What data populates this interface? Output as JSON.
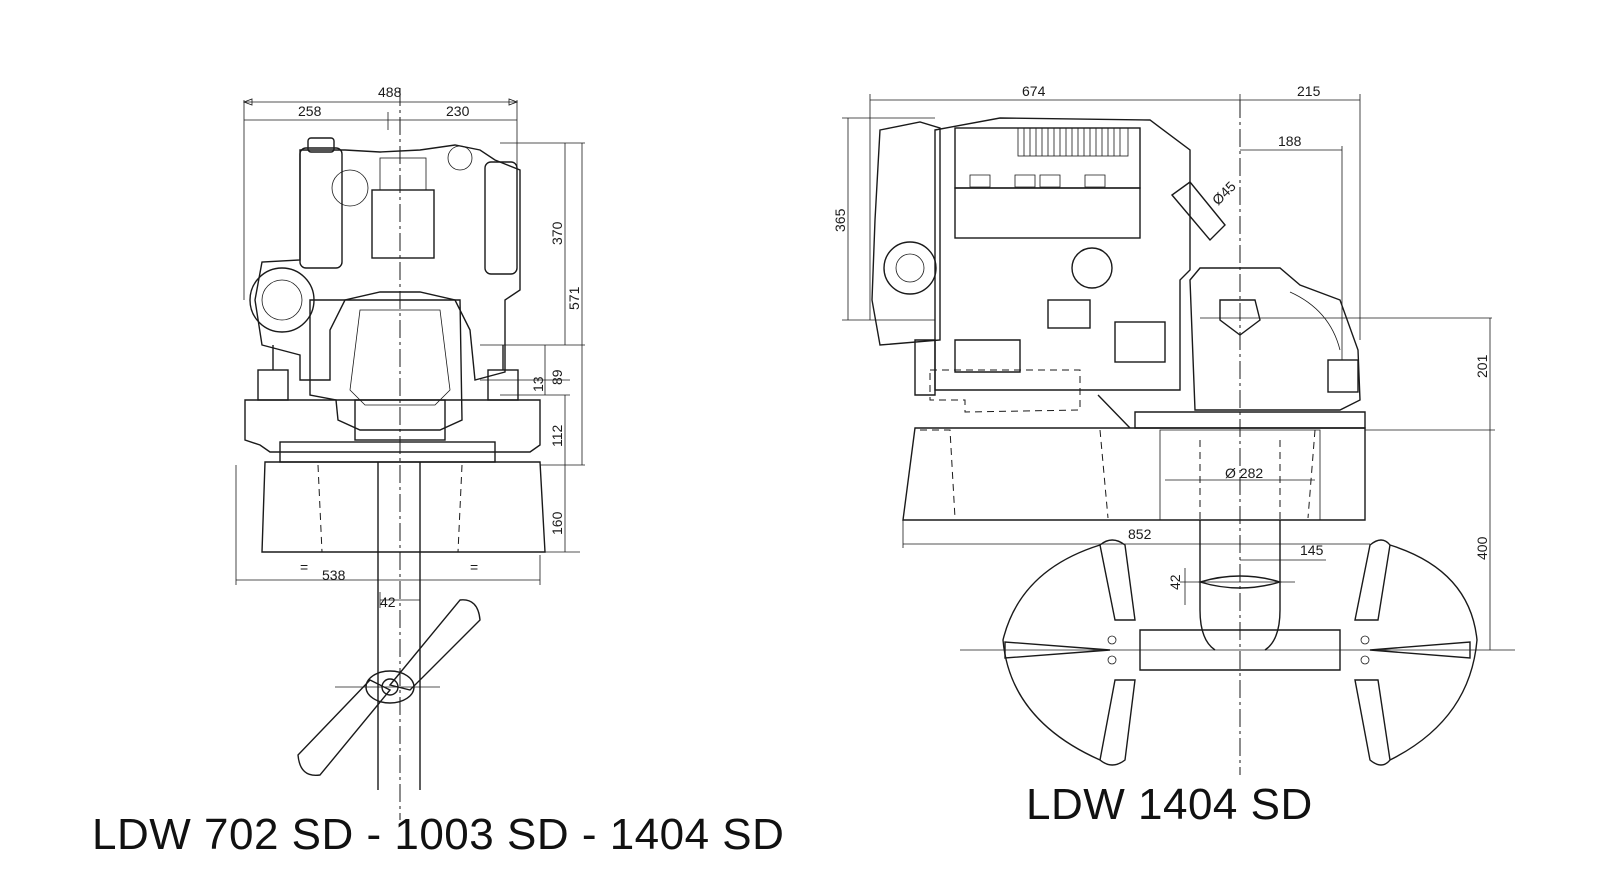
{
  "captions": {
    "left": "LDW 702 SD - 1003 SD - 1404 SD",
    "right": "LDW 1404 SD"
  },
  "front_view": {
    "dims": {
      "overall_width": "488",
      "left_width": "258",
      "right_width": "230",
      "upper_height": "370",
      "total_height": "571",
      "h_89": "89",
      "h_13": "13",
      "h_112": "112",
      "h_160": "160",
      "base_width": "538",
      "shaft_offset": "42",
      "eq_left": "=",
      "eq_right": "="
    }
  },
  "side_view": {
    "dims": {
      "length": "674",
      "overhang": "215",
      "overhang_inner": "188",
      "height": "365",
      "exhaust_dia": "Ø45",
      "leg_height": "201",
      "flange_dia": "Ø 282",
      "overall_length": "852",
      "prop_offset": "145",
      "shaft_offset": "42",
      "drop": "400"
    }
  }
}
